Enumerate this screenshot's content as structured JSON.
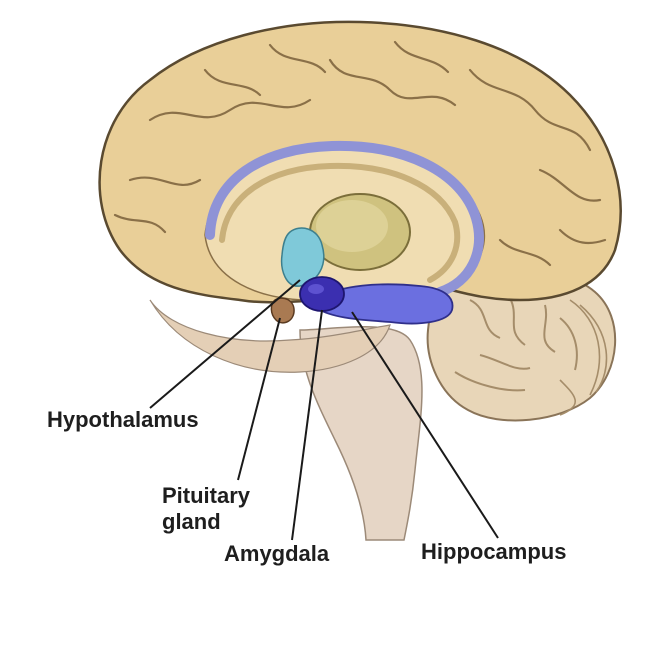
{
  "labels": {
    "hypothalamus": "Hypothalamus",
    "pituitary": "Pituitary\ngland",
    "amygdala": "Amygdala",
    "hippocampus": "Hippocampus"
  },
  "colors": {
    "cortex": "#e9cf98",
    "cortex_shadow": "#d6b97e",
    "outline": "#5a4a30",
    "limbic_ring": "#8f93d6",
    "thalamus": "#cfc27f",
    "hypothalamus": "#7fc9d9",
    "amygdala": "#3b2fb0",
    "hippocampus": "#6b6fe0",
    "brainstem": "#e6d6c6",
    "cerebellum": "#e8d6b8",
    "pituitary": "#a97a52",
    "leader_line": "#1a1a1a",
    "label_text": "#1e1e1e"
  }
}
